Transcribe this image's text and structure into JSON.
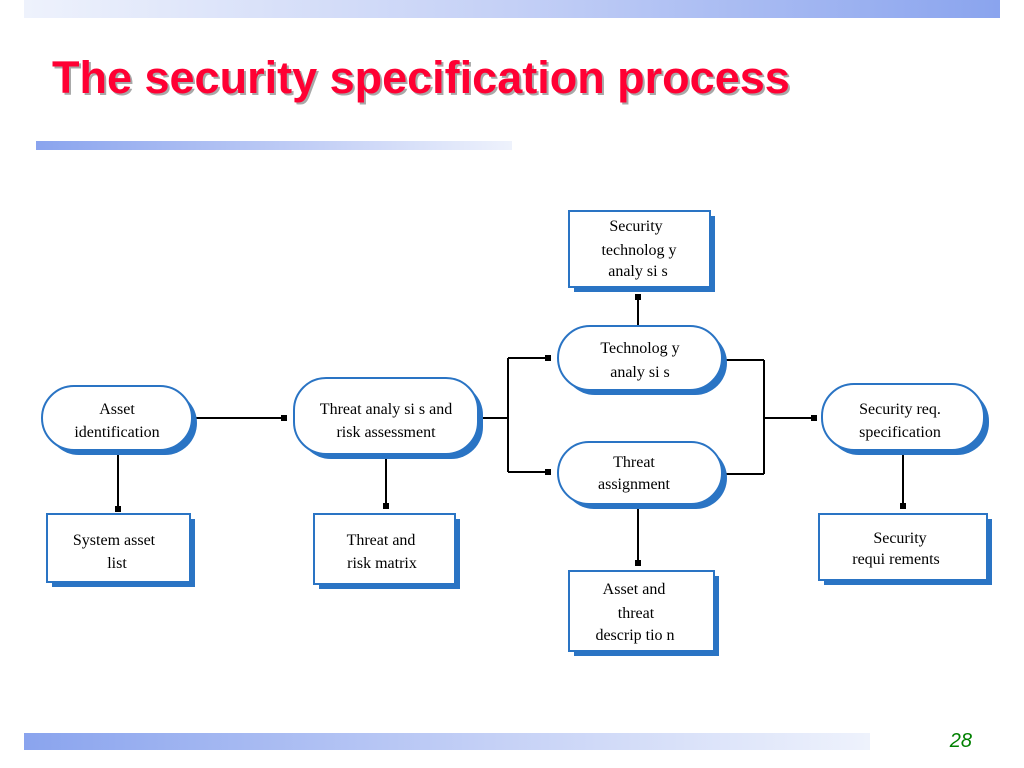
{
  "slide": {
    "title": "The security specification process",
    "page_number": "28"
  },
  "diagram": {
    "processes": {
      "asset_identification": [
        "Asset",
        "identification"
      ],
      "threat_analysis": [
        "Threat analy si s and",
        "risk assessment"
      ],
      "technology_analysis": [
        "Technolog y",
        "analy si s"
      ],
      "threat_assignment": [
        "Threat",
        "assignment"
      ],
      "security_req_specification": [
        "Security req.",
        "specification"
      ]
    },
    "outputs": {
      "system_asset_list": [
        "System asset",
        "list"
      ],
      "threat_risk_matrix": [
        "Threat and",
        "risk matrix"
      ],
      "security_technology_analysis": [
        "Security",
        "technolog y",
        "analy si s"
      ],
      "asset_threat_description": [
        "Asset and",
        "threat",
        "descrip tio n"
      ],
      "security_requirements": [
        "Security",
        "requi rements"
      ]
    }
  },
  "colors": {
    "title": "#ff0033",
    "node_border": "#2a74c4",
    "node_shadow": "#2a74c4",
    "connector": "#000000",
    "page_number": "#008000"
  }
}
